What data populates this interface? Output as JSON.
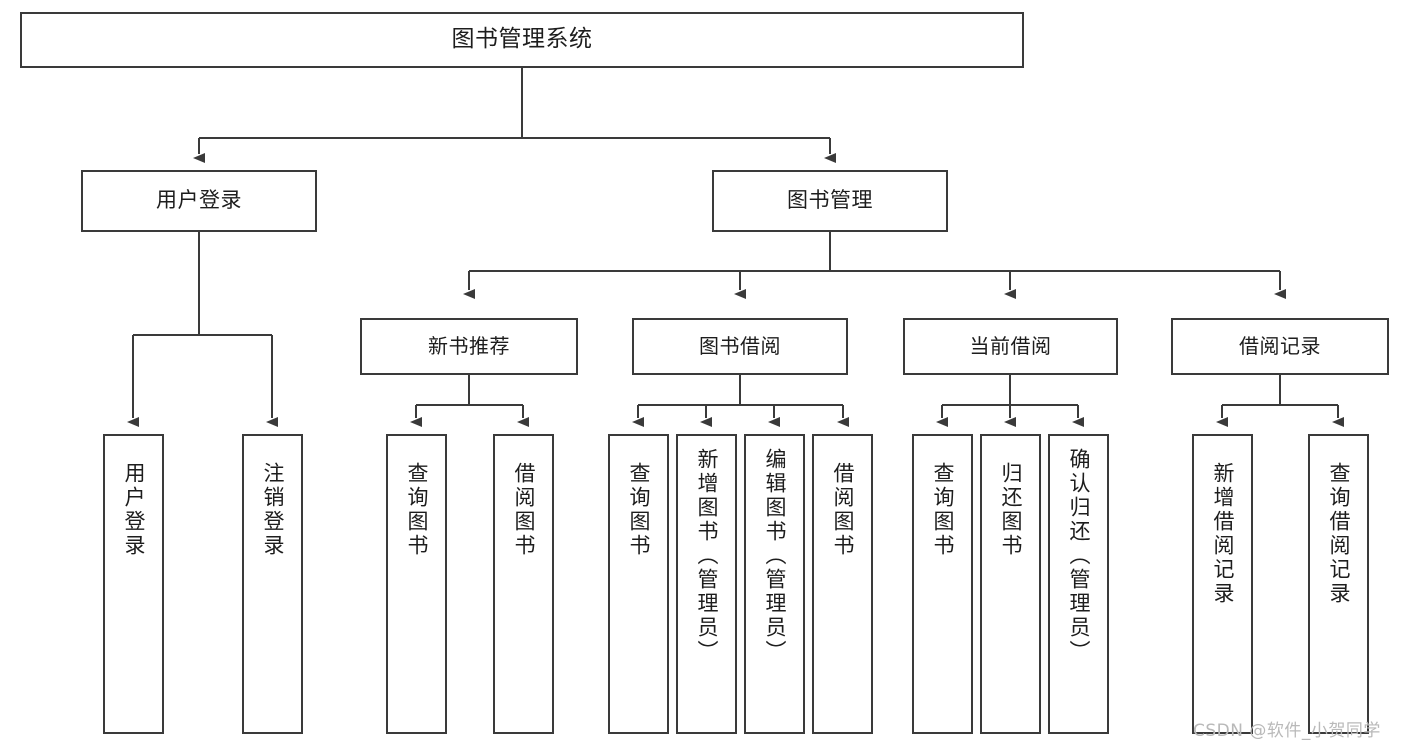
{
  "diagram": {
    "title": "图书管理系统",
    "type": "functional-structure-tree",
    "root": {
      "label": "图书管理系统"
    },
    "level2": [
      {
        "id": "user-login",
        "label": "用户登录"
      },
      {
        "id": "book-management",
        "label": "图书管理"
      }
    ],
    "level3": [
      {
        "id": "new-book-recommend",
        "label": "新书推荐",
        "parent": "book-management"
      },
      {
        "id": "book-borrow",
        "label": "图书借阅",
        "parent": "book-management"
      },
      {
        "id": "current-borrow",
        "label": "当前借阅",
        "parent": "book-management"
      },
      {
        "id": "borrow-record",
        "label": "借阅记录",
        "parent": "book-management"
      }
    ],
    "leaves": {
      "user-login": [
        {
          "id": "leaf-user-login",
          "label": "用户登录"
        },
        {
          "id": "leaf-user-logout",
          "label": "注销登录"
        }
      ],
      "new-book-recommend": [
        {
          "id": "leaf-query-book-1",
          "label": "查询图书"
        },
        {
          "id": "leaf-borrow-book-1",
          "label": "借阅图书"
        }
      ],
      "book-borrow": [
        {
          "id": "leaf-query-book-2",
          "label": "查询图书"
        },
        {
          "id": "leaf-add-book",
          "label": "新增图书（管理员）"
        },
        {
          "id": "leaf-edit-book",
          "label": "编辑图书（管理员）"
        },
        {
          "id": "leaf-borrow-book-2",
          "label": "借阅图书"
        }
      ],
      "current-borrow": [
        {
          "id": "leaf-query-book-3",
          "label": "查询图书"
        },
        {
          "id": "leaf-return-book",
          "label": "归还图书"
        },
        {
          "id": "leaf-confirm-return",
          "label": "确认归还（管理员）"
        }
      ],
      "borrow-record": [
        {
          "id": "leaf-add-record",
          "label": "新增借阅记录"
        },
        {
          "id": "leaf-query-record",
          "label": "查询借阅记录"
        }
      ]
    }
  },
  "colors": {
    "stroke": "#3a3a3a",
    "background": "#ffffff",
    "text": "#1d1d1d",
    "watermark": "#b9b9b9"
  },
  "watermark": {
    "text": "CSDN @软件_小贺同学"
  }
}
